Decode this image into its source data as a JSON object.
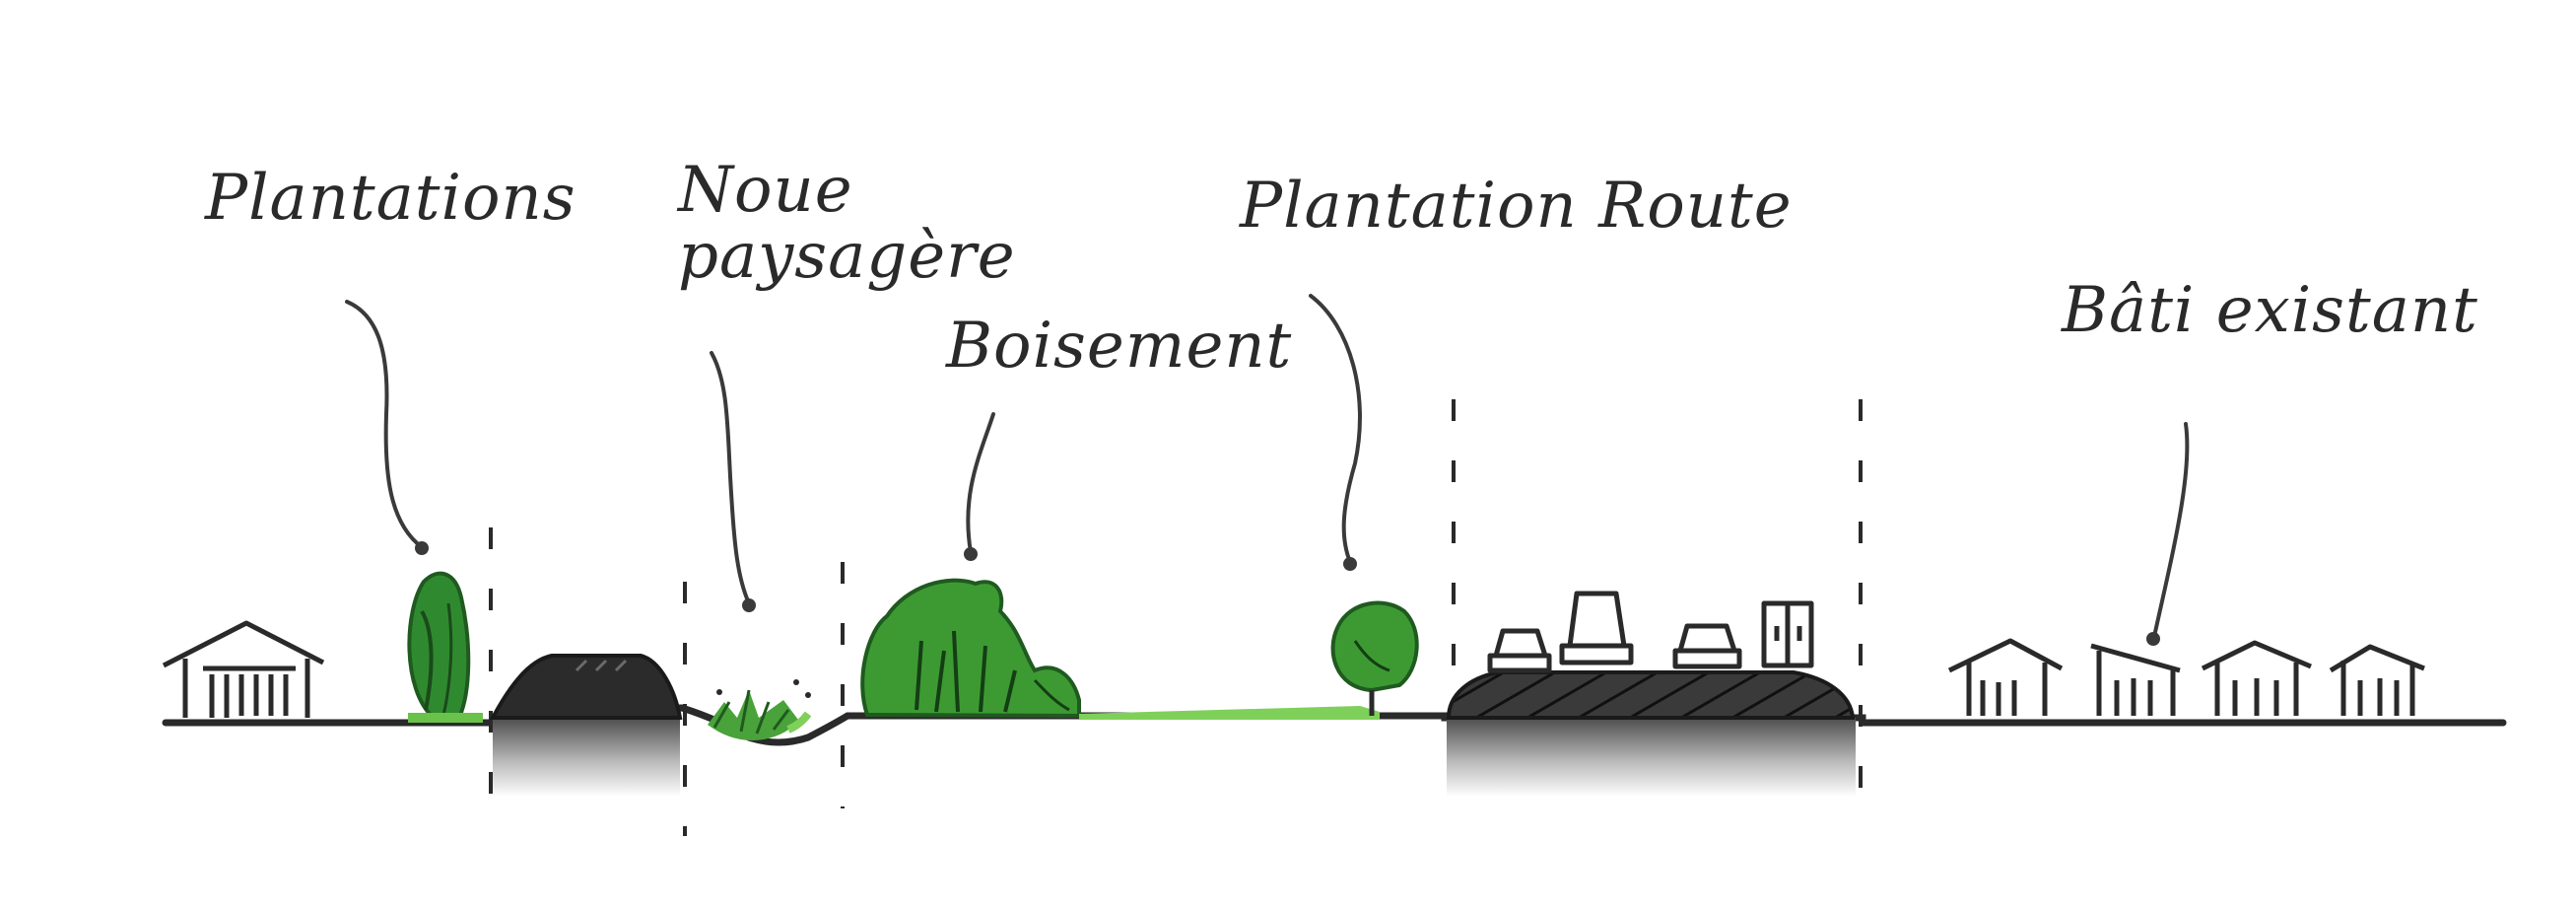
{
  "labels": {
    "plantations": "Plantations",
    "noue": "Noue\npaysagère",
    "boisement": "Boisement",
    "plantation_route": "Plantation Route",
    "bati_existant": "Bâti existant"
  },
  "colors": {
    "ink": "#2a2a2a",
    "green_dark": "#2f7a2f",
    "green": "#4aa23a",
    "green_light": "#7fd05a",
    "asphalt": "#3a3a3a"
  }
}
